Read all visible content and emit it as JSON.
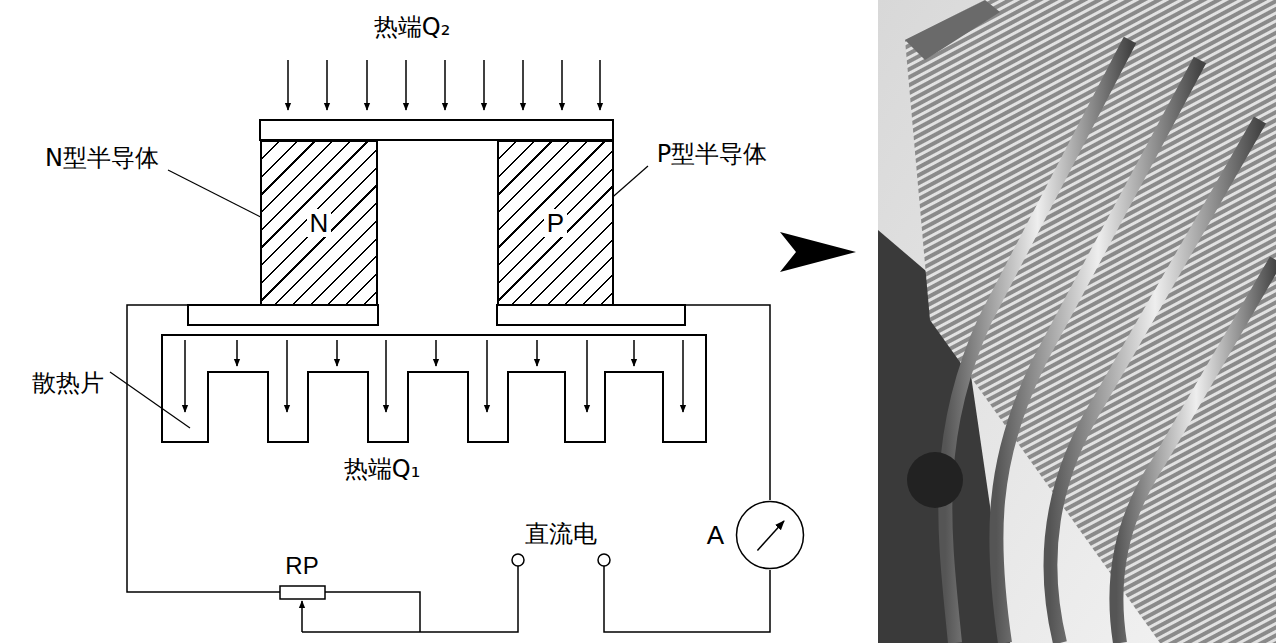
{
  "diagram": {
    "nodes": [
      {
        "text": [
          "N"
        ]
      },
      {
        "text": [
          "P"
        ]
      },
      {
        "text": [
          "A"
        ]
      }
    ],
    "labels": [
      "热端Q₂",
      "N型半导体",
      "P型半导体",
      "散热片",
      "热端Q₁",
      "RP",
      "直流电"
    ]
  }
}
